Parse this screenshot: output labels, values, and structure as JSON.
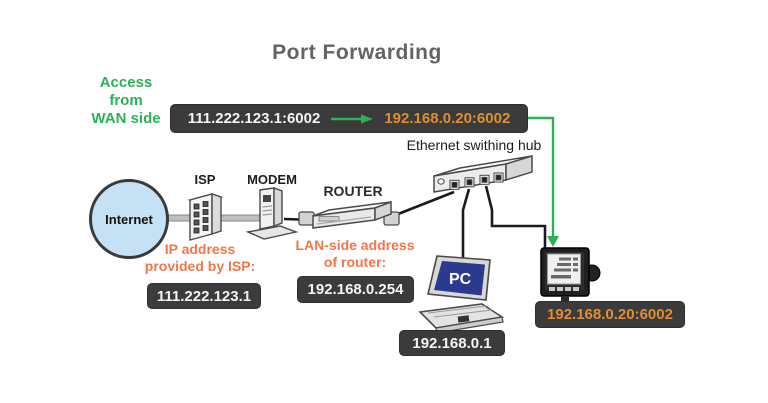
{
  "title": "Port Forwarding",
  "wan_access": {
    "line1": "Access",
    "line2": "from",
    "line3": "WAN side"
  },
  "mapping": {
    "wan": "111.222.123.1:6002",
    "lan": "192.168.0.20:6002"
  },
  "hub": {
    "label": "Ethernet swithing hub"
  },
  "internet": {
    "label": "Internet"
  },
  "isp": {
    "label": "ISP"
  },
  "modem": {
    "label": "MODEM"
  },
  "router": {
    "label": "ROUTER"
  },
  "pc": {
    "label": "PC",
    "ip": "192.168.0.1"
  },
  "meter": {
    "ip": "192.168.0.20:6002"
  },
  "annotations": {
    "isp_ip": {
      "line1": "IP address",
      "line2": "provided by ISP:",
      "value": "111.222.123.1"
    },
    "router_lan": {
      "line1": "LAN-side address",
      "line2": "of router:",
      "value": "192.168.0.254"
    }
  },
  "colors": {
    "green": "#2bb257",
    "label_orange": "#f2764a",
    "value_orange": "#e28d2e",
    "box_bg": "#3b3b3b",
    "pc_screen_blue": "#2b3a8e",
    "internet_fill": "#c6e0f4"
  }
}
